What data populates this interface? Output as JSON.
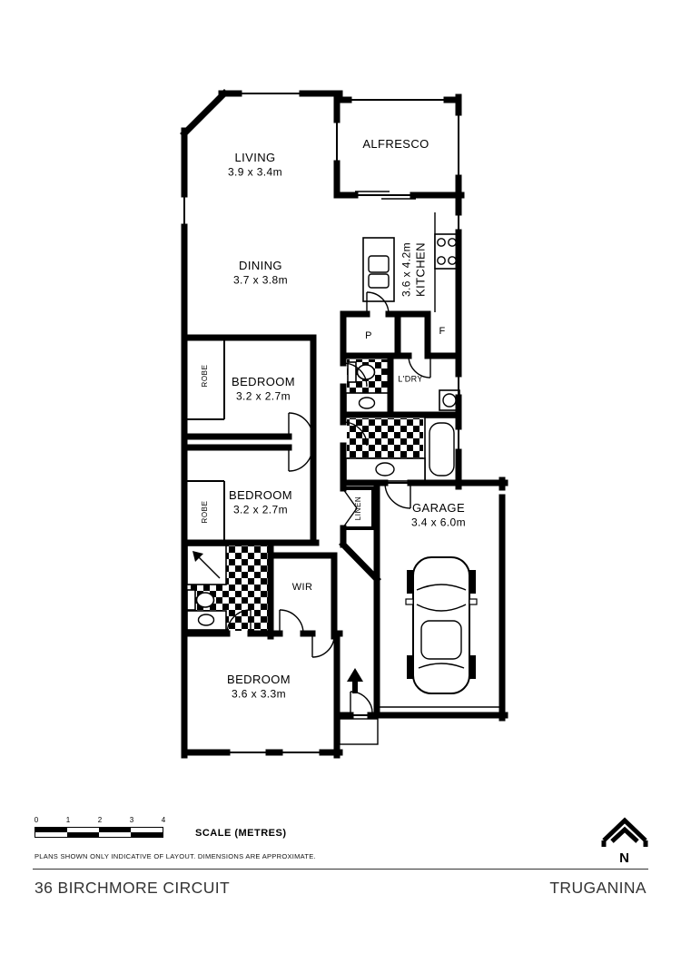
{
  "title": {
    "address": "36 BIRCHMORE CIRCUIT",
    "suburb": "TRUGANINA"
  },
  "rooms": {
    "living": {
      "name": "LIVING",
      "dims": "3.9 x 3.4m"
    },
    "alfresco": {
      "name": "ALFRESCO"
    },
    "dining": {
      "name": "DINING",
      "dims": "3.7 x 3.8m"
    },
    "kitchen": {
      "name": "KITCHEN",
      "dims": "3.6 x 4.2m"
    },
    "pantry": {
      "name": "P"
    },
    "fridge": {
      "name": "F"
    },
    "laundry": {
      "name": "L'DRY"
    },
    "bedroom2": {
      "name": "BEDROOM",
      "dims": "3.2 x 2.7m"
    },
    "bedroom3": {
      "name": "BEDROOM",
      "dims": "3.2 x 2.7m"
    },
    "bedroom_main": {
      "name": "BEDROOM",
      "dims": "3.6 x 3.3m"
    },
    "garage": {
      "name": "GARAGE",
      "dims": "3.4 x 6.0m"
    },
    "wir": {
      "name": "WIR"
    },
    "linen": {
      "name": "LINEN"
    },
    "robe_top": {
      "name": "ROBE"
    },
    "robe_bottom": {
      "name": "ROBE"
    }
  },
  "scale_bar": {
    "ticks": [
      "0",
      "1",
      "2",
      "3",
      "4"
    ],
    "label": "SCALE (METRES)",
    "disclaimer": "PLANS SHOWN ONLY INDICATIVE OF LAYOUT.  DIMENSIONS ARE APPROXIMATE."
  },
  "compass": {
    "label": "N"
  },
  "colors": {
    "ink": "#000000",
    "paper": "#ffffff"
  }
}
